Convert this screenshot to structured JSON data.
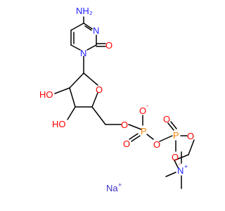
{
  "colors": {
    "bond": "#000000",
    "carbon": "#000000",
    "nitrogen": "#1f1fff",
    "oxygen": "#ff0000",
    "phosphorus": "#ff8000",
    "sodium": "#3a30c8"
  },
  "atoms": {
    "nh2": "NH₂",
    "n_ring_top": "N",
    "o_carbonyl": "O",
    "n_ring_glyco": "N",
    "o_furanose": "O",
    "ho_upper": "HO",
    "ho_lower": "HO",
    "o_ester_c5": "O",
    "p1": "P",
    "o_p1_minus": "O",
    "o_p1_double": "O",
    "o_bridge": "O",
    "p2": "P",
    "o_p2_double": "O",
    "o_p2_minus": "O",
    "o_ester_choline": "O",
    "n_quat": "N",
    "na": "Na"
  },
  "charges": {
    "p1_o": "-",
    "p2_o": "-",
    "n_quat": "+",
    "na": "+"
  }
}
